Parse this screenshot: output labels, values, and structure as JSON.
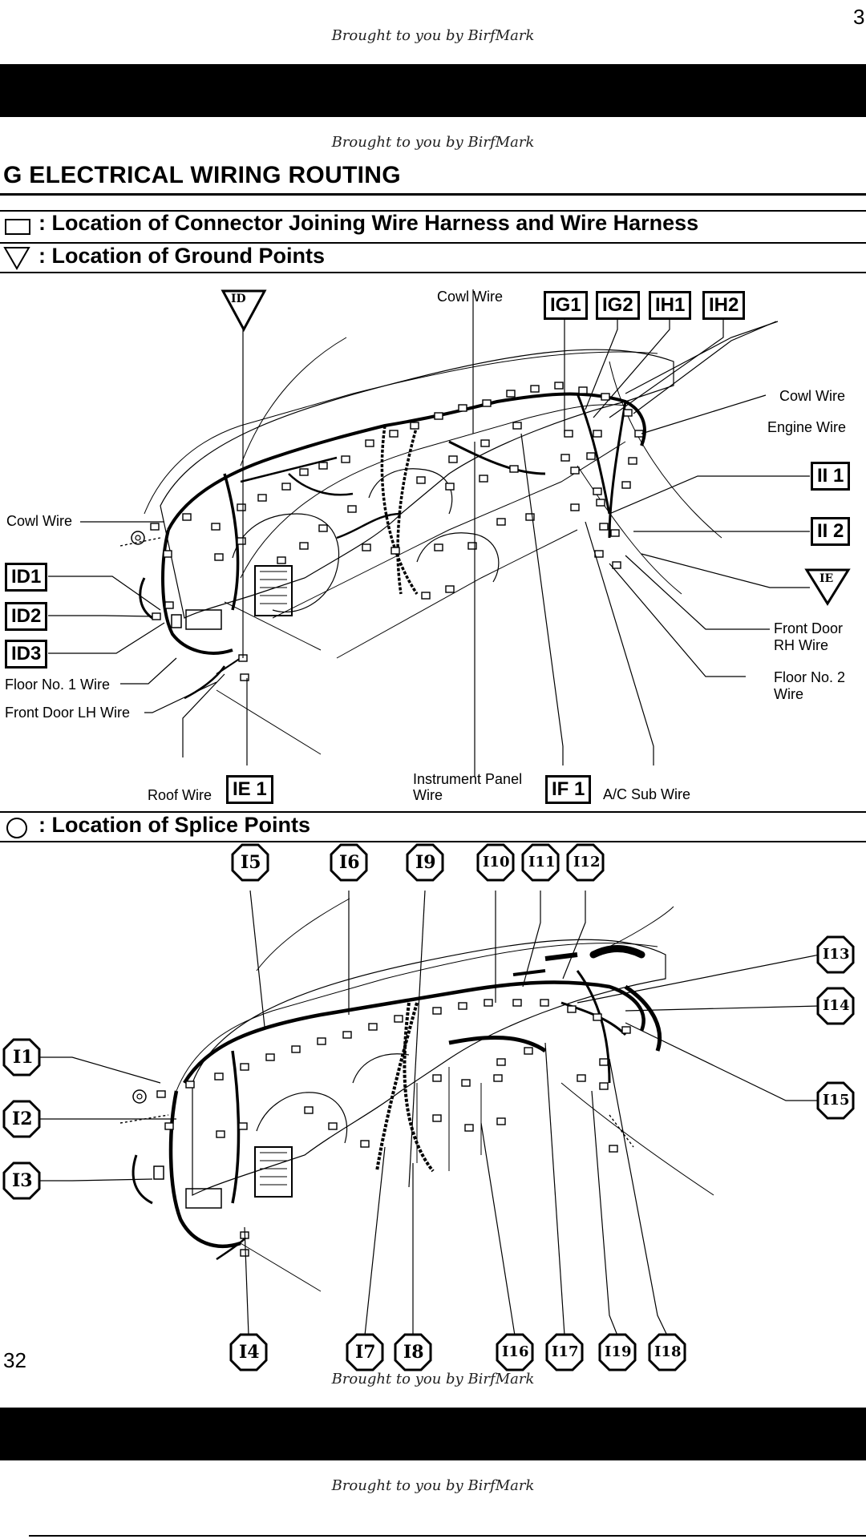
{
  "page": {
    "corner_number": "3",
    "page_number": "32",
    "credit": "Brought to you by BirfMark",
    "section_title": "G   ELECTRICAL WIRING ROUTING"
  },
  "legend": {
    "connector": ": Location of Connector Joining Wire Harness and Wire Harness",
    "ground": ": Location of Ground Points",
    "splice": ": Location of Splice Points"
  },
  "diagram1": {
    "boxed_tags": {
      "ig1": "IG1",
      "ig2": "IG2",
      "ih1": "IH1",
      "ih2": "IH2",
      "ii1": "II 1",
      "ii2": "II 2",
      "id1": "ID1",
      "id2": "ID2",
      "id3": "ID3",
      "ie1": "IE 1",
      "if1": "IF 1"
    },
    "ground_tags": {
      "id": "ID",
      "ie": "IE"
    },
    "labels": {
      "cowl_top": "Cowl Wire",
      "cowl_right": "Cowl Wire",
      "engine": "Engine Wire",
      "cowl_left": "Cowl Wire",
      "front_door_rh_1": "Front Door",
      "front_door_rh_2": "RH Wire",
      "floor2_1": "Floor No. 2",
      "floor2_2": "Wire",
      "floor1": "Floor No. 1 Wire",
      "front_door_lh": "Front Door LH Wire",
      "roof": "Roof Wire",
      "instrument_1": "Instrument Panel",
      "instrument_2": "Wire",
      "ac_sub": "A/C Sub Wire"
    }
  },
  "diagram2": {
    "splice_tags": {
      "i1": "I1",
      "i2": "I2",
      "i3": "I3",
      "i4": "I4",
      "i5": "I5",
      "i6": "I6",
      "i7": "I7",
      "i8": "I8",
      "i9": "I9",
      "i10": "I10",
      "i11": "I11",
      "i12": "I12",
      "i13": "I13",
      "i14": "I14",
      "i15": "I15",
      "i16": "I16",
      "i17": "I17",
      "i18": "I18",
      "i19": "I19"
    }
  }
}
